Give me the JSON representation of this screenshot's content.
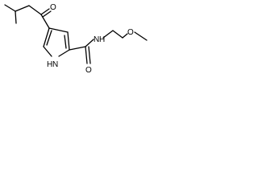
{
  "molecule": {
    "atoms": {
      "o_ketone": "O",
      "o_amide": "O",
      "nh_amide": "N",
      "h_amide": "H",
      "o_ether": "O",
      "nh_ring": "N",
      "h_ring": "H"
    },
    "colors": {
      "bond": "#000000",
      "background": "#ffffff"
    }
  }
}
